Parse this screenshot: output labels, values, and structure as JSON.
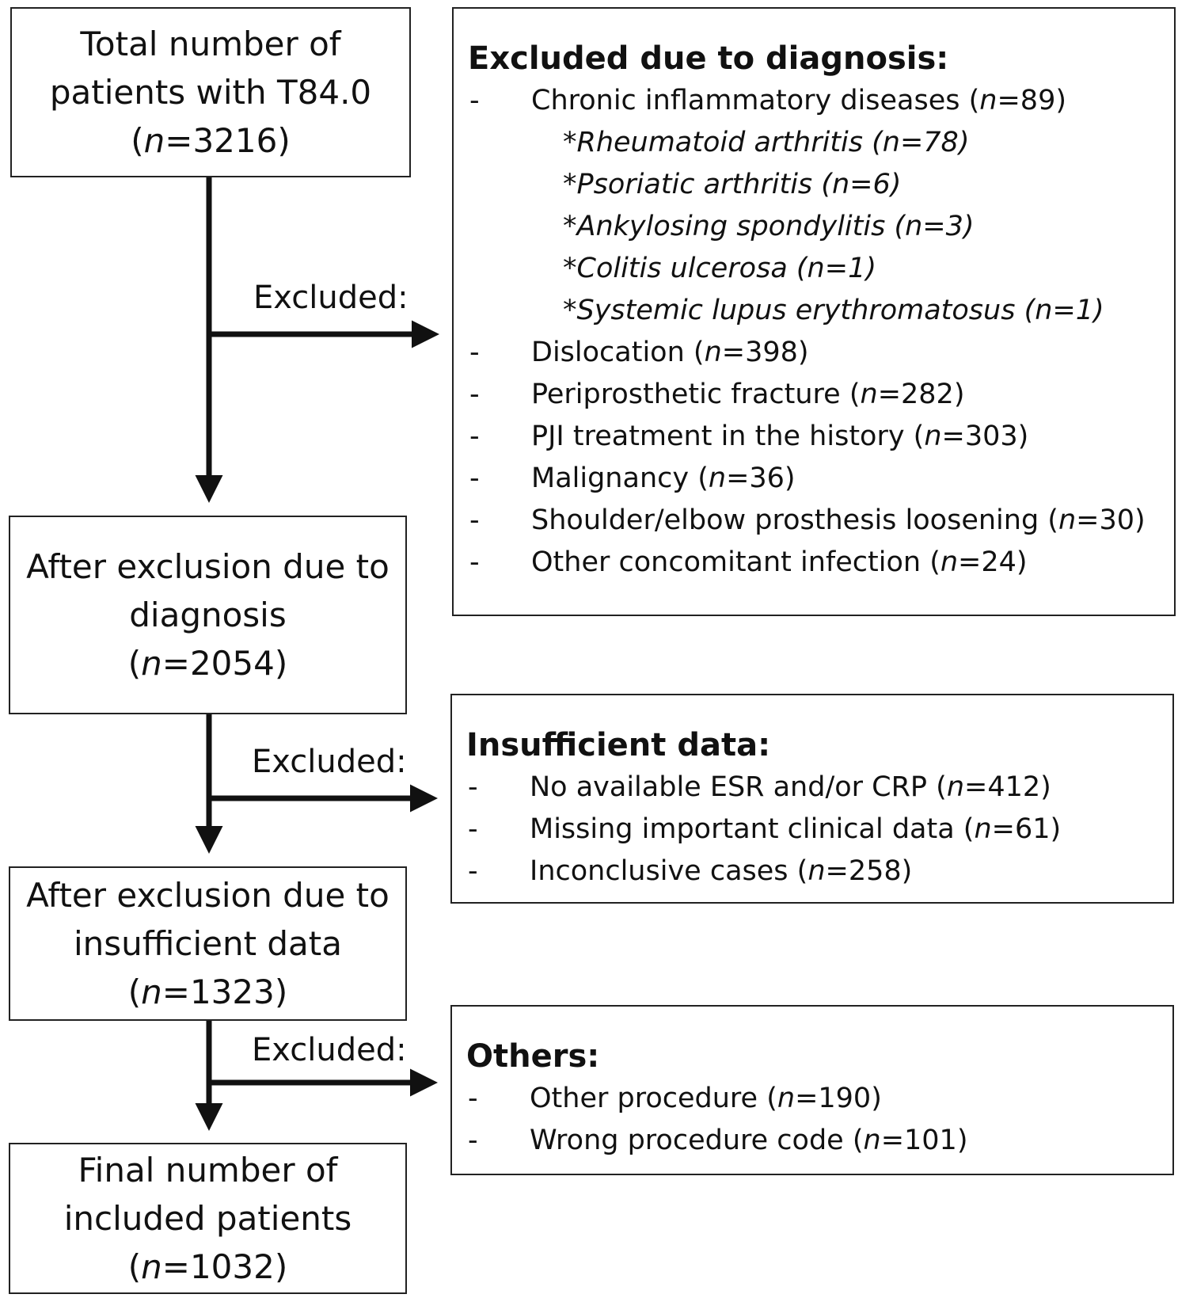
{
  "flow": {
    "start": {
      "line1": "Total number of",
      "line2": "patients with T84.0",
      "count_prefix": "(",
      "n": "n",
      "count": "=3216)"
    },
    "after_diagnosis": {
      "line1": "After exclusion due to",
      "line2": "diagnosis",
      "count_prefix": "(",
      "n": "n",
      "count": "=2054)"
    },
    "after_insufficient": {
      "line1": "After exclusion due to",
      "line2": "insufficient data",
      "count_prefix": "(",
      "n": "n",
      "count": "=1323)"
    },
    "final": {
      "line1": "Final number of",
      "line2": "included patients",
      "count_prefix": "(",
      "n": "n",
      "count": "=1032)"
    }
  },
  "excluded_label": "Excluded:",
  "exclusions": {
    "diagnosis": {
      "heading": "Excluded due to diagnosis:",
      "items": [
        {
          "dash": "-",
          "text": "Chronic inflammatory diseases (",
          "n": "n",
          "count": "=89)"
        },
        {
          "dash": "-",
          "text": "Dislocation (",
          "n": "n",
          "count": "=398)"
        },
        {
          "dash": "-",
          "text": "Periprosthetic fracture (",
          "n": "n",
          "count": "=282)"
        },
        {
          "dash": "-",
          "text": "PJI treatment in the history (",
          "n": "n",
          "count": "=303)"
        },
        {
          "dash": "-",
          "text": "Malignancy (",
          "n": "n",
          "count": "=36)"
        },
        {
          "dash": "-",
          "text": "Shoulder/elbow prosthesis loosening (",
          "n": "n",
          "count": "=30)"
        },
        {
          "dash": "-",
          "text": "Other concomitant infection (",
          "n": "n",
          "count": "=24)"
        }
      ],
      "subitems": [
        "*Rheumatoid arthritis (n=78)",
        "*Psoriatic arthritis (n=6)",
        "*Ankylosing spondylitis (n=3)",
        "*Colitis ulcerosa (n=1)",
        "*Systemic lupus erythromatosus (n=1)"
      ]
    },
    "insufficient": {
      "heading": "Insufficient data:",
      "items": [
        {
          "dash": "-",
          "text": "No available ESR and/or CRP (",
          "n": "n",
          "count": "=412)"
        },
        {
          "dash": "-",
          "text": "Missing important clinical data (",
          "n": "n",
          "count": "=61)"
        },
        {
          "dash": "-",
          "text": "Inconclusive cases (",
          "n": "n",
          "count": "=258)"
        }
      ]
    },
    "others": {
      "heading": "Others:",
      "items": [
        {
          "dash": "-",
          "text": "Other procedure (",
          "n": "n",
          "count": "=190)"
        },
        {
          "dash": "-",
          "text": "Wrong procedure code (",
          "n": "n",
          "count": "=101)"
        }
      ]
    }
  }
}
